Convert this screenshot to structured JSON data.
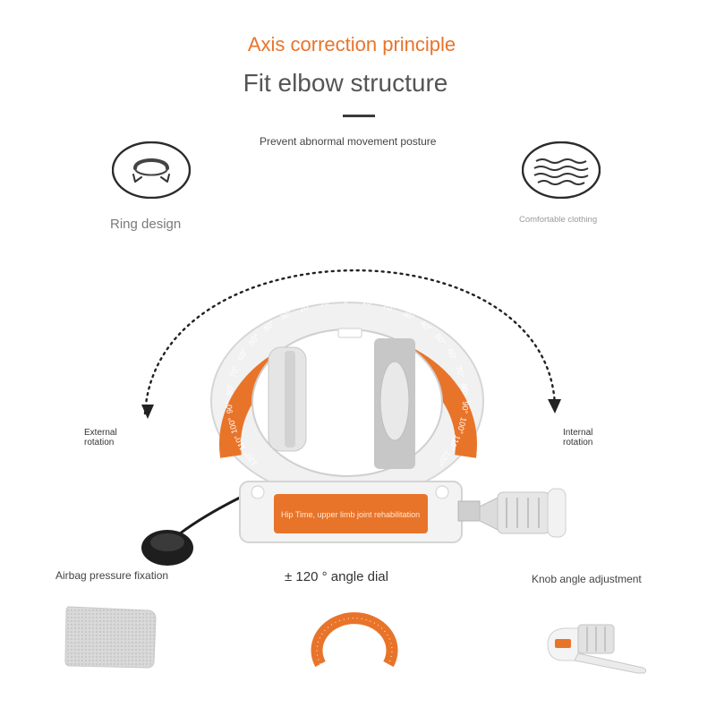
{
  "header": {
    "subtitle": "Axis correction principle",
    "title": "Fit elbow structure",
    "tagline": "Prevent abnormal movement posture"
  },
  "features": {
    "ring_label": "Ring design",
    "cloth_label": "Comfortable clothing",
    "ring_icon": "ring-icon",
    "cloth_icon": "wave-lines-icon"
  },
  "device": {
    "left_rotation": "External rotation",
    "right_rotation": "Internal rotation",
    "banner_text": "Hip Time, upper limb joint rehabilitation",
    "dial_ticks": [
      "0°",
      "10°",
      "20°",
      "30°",
      "40°",
      "50°",
      "60°",
      "70°",
      "80°",
      "90°",
      "100°",
      "110°",
      "120°"
    ]
  },
  "bottom": {
    "airbag_label": "Airbag pressure fixation",
    "dial_label": "± 120 ° angle dial",
    "knob_label": "Knob angle adjustment"
  },
  "colors": {
    "accent": "#e8742a",
    "text_dark": "#555555"
  }
}
